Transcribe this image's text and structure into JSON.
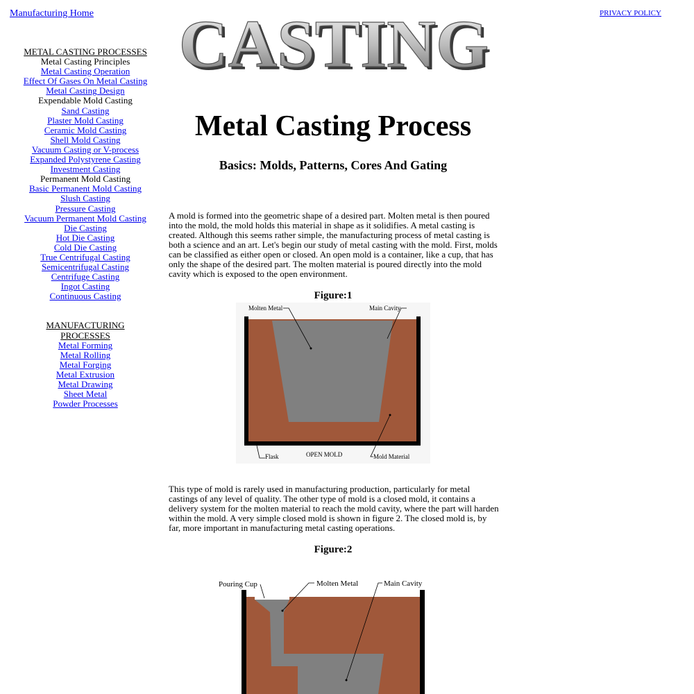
{
  "header": {
    "home_link": "Manufacturing Home",
    "privacy_link": "PRIVACY POLICY",
    "logo_text": "CASTING"
  },
  "sidebar": {
    "casting_section": "METAL CASTING PROCESSES",
    "casting_items": [
      {
        "label": "Metal Casting Principles",
        "link": false
      },
      {
        "label": "Metal Casting Operation",
        "link": true
      },
      {
        "label": "Effect Of Gases On Metal Casting",
        "link": true
      },
      {
        "label": "Metal Casting Design",
        "link": true
      },
      {
        "label": "Expendable Mold Casting",
        "link": false
      },
      {
        "label": "Sand Casting",
        "link": true
      },
      {
        "label": "Plaster Mold Casting",
        "link": true
      },
      {
        "label": "Ceramic Mold Casting",
        "link": true
      },
      {
        "label": "Shell Mold Casting",
        "link": true
      },
      {
        "label": "Vacuum Casting or V-process",
        "link": true
      },
      {
        "label": "Expanded Polystyrene Casting",
        "link": true
      },
      {
        "label": "Investment Casting",
        "link": true
      },
      {
        "label": "Permanent Mold Casting",
        "link": false
      },
      {
        "label": "Basic Permanent Mold Casting",
        "link": true
      },
      {
        "label": "Slush Casting",
        "link": true
      },
      {
        "label": "Pressure Casting",
        "link": true
      },
      {
        "label": "Vacuum Permanent Mold Casting",
        "link": true
      },
      {
        "label": "Die Casting",
        "link": true
      },
      {
        "label": "Hot Die Casting",
        "link": true
      },
      {
        "label": "Cold Die Casting",
        "link": true
      },
      {
        "label": "True Centrifugal Casting",
        "link": true
      },
      {
        "label": "Semicentrifugal Casting",
        "link": true
      },
      {
        "label": "Centrifuge Casting",
        "link": true
      },
      {
        "label": "Ingot Casting",
        "link": true
      },
      {
        "label": "Continuous Casting",
        "link": true
      }
    ],
    "manufacturing_section": "MANUFACTURING PROCESSES",
    "manufacturing_items": [
      {
        "label": "Metal Forming",
        "link": true
      },
      {
        "label": "Metal Rolling",
        "link": true
      },
      {
        "label": "Metal Forging",
        "link": true
      },
      {
        "label": "Metal Extrusion",
        "link": true
      },
      {
        "label": "Metal Drawing",
        "link": true
      },
      {
        "label": "Sheet Metal",
        "link": true
      },
      {
        "label": "Powder Processes",
        "link": true
      }
    ]
  },
  "main": {
    "title": "Metal Casting Process",
    "subtitle": "Basics: Molds, Patterns, Cores And Gating",
    "para1": "A mold is formed into the geometric shape of a desired part. Molten metal is then poured into the mold, the mold holds this material in shape as it solidifies. A metal casting is created. Although this seems rather simple, the manufacturing process of metal casting is both a science and an art. Let's begin our study of metal casting with the mold. First, molds can be classified as either open or closed. An open mold is a container, like a cup, that has only the shape of the desired part. The molten material is poured directly into the mold cavity which is exposed to the open environment.",
    "fig1_caption": "Figure:1",
    "fig1_labels": {
      "molten_metal": "Molten Metal",
      "main_cavity": "Main Cavity",
      "flask": "Flask",
      "open_mold": "OPEN MOLD",
      "mold_material": "Mold Material"
    },
    "para2": "This type of mold is rarely used in manufacturing production, particularly for metal castings of any level of quality. The other type of mold is a closed mold, it contains a delivery system for the molten material to reach the mold cavity, where the part will harden within the mold. A very simple closed mold is shown in figure 2. The closed mold is, by far, more important in manufacturing metal casting operations.",
    "fig2_caption": "Figure:2",
    "fig2_labels": {
      "pouring_cup": "Pouring Cup",
      "molten_metal": "Molten Metal",
      "main_cavity": "Main Cavity"
    }
  },
  "colors": {
    "link": "#0000ee",
    "mold_material": "#a0583a",
    "molten_metal": "#808080",
    "flask": "#000000"
  }
}
